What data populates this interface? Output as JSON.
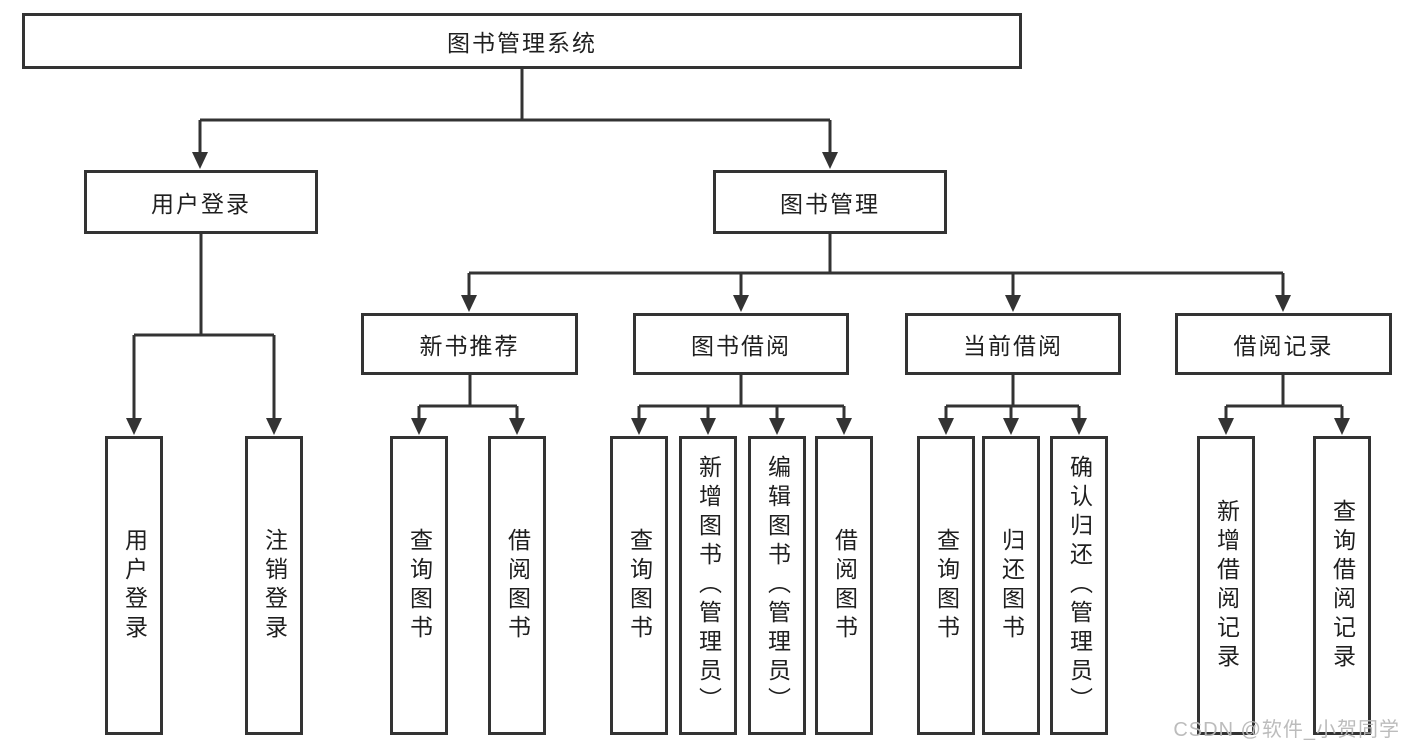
{
  "title": {
    "label": "图书管理系统"
  },
  "tree": {
    "user_login": {
      "label": "用户登录",
      "children": {
        "login": "用户登录",
        "logout": "注销登录"
      }
    },
    "book_management": {
      "label": "图书管理",
      "sections": {
        "new_books": {
          "label": "新书推荐",
          "children": {
            "query": "查询图书",
            "borrow": "借阅图书"
          }
        },
        "borrowing": {
          "label": "图书借阅",
          "children": {
            "query": "查询图书",
            "add": "新增图书（管理员）",
            "edit": "编辑图书（管理员）",
            "borrow": "借阅图书"
          }
        },
        "current": {
          "label": "当前借阅",
          "children": {
            "query": "查询图书",
            "return": "归还图书",
            "confirm": "确认归还（管理员）"
          }
        },
        "records": {
          "label": "借阅记录",
          "children": {
            "add": "新增借阅记录",
            "query": "查询借阅记录"
          }
        }
      }
    }
  },
  "watermark": {
    "text": "CSDN @软件_小贺同学"
  },
  "colors": {
    "line": "#333333",
    "text": "#1f1f1f",
    "background": "#ffffff",
    "watermark": "#b9b9b9"
  }
}
